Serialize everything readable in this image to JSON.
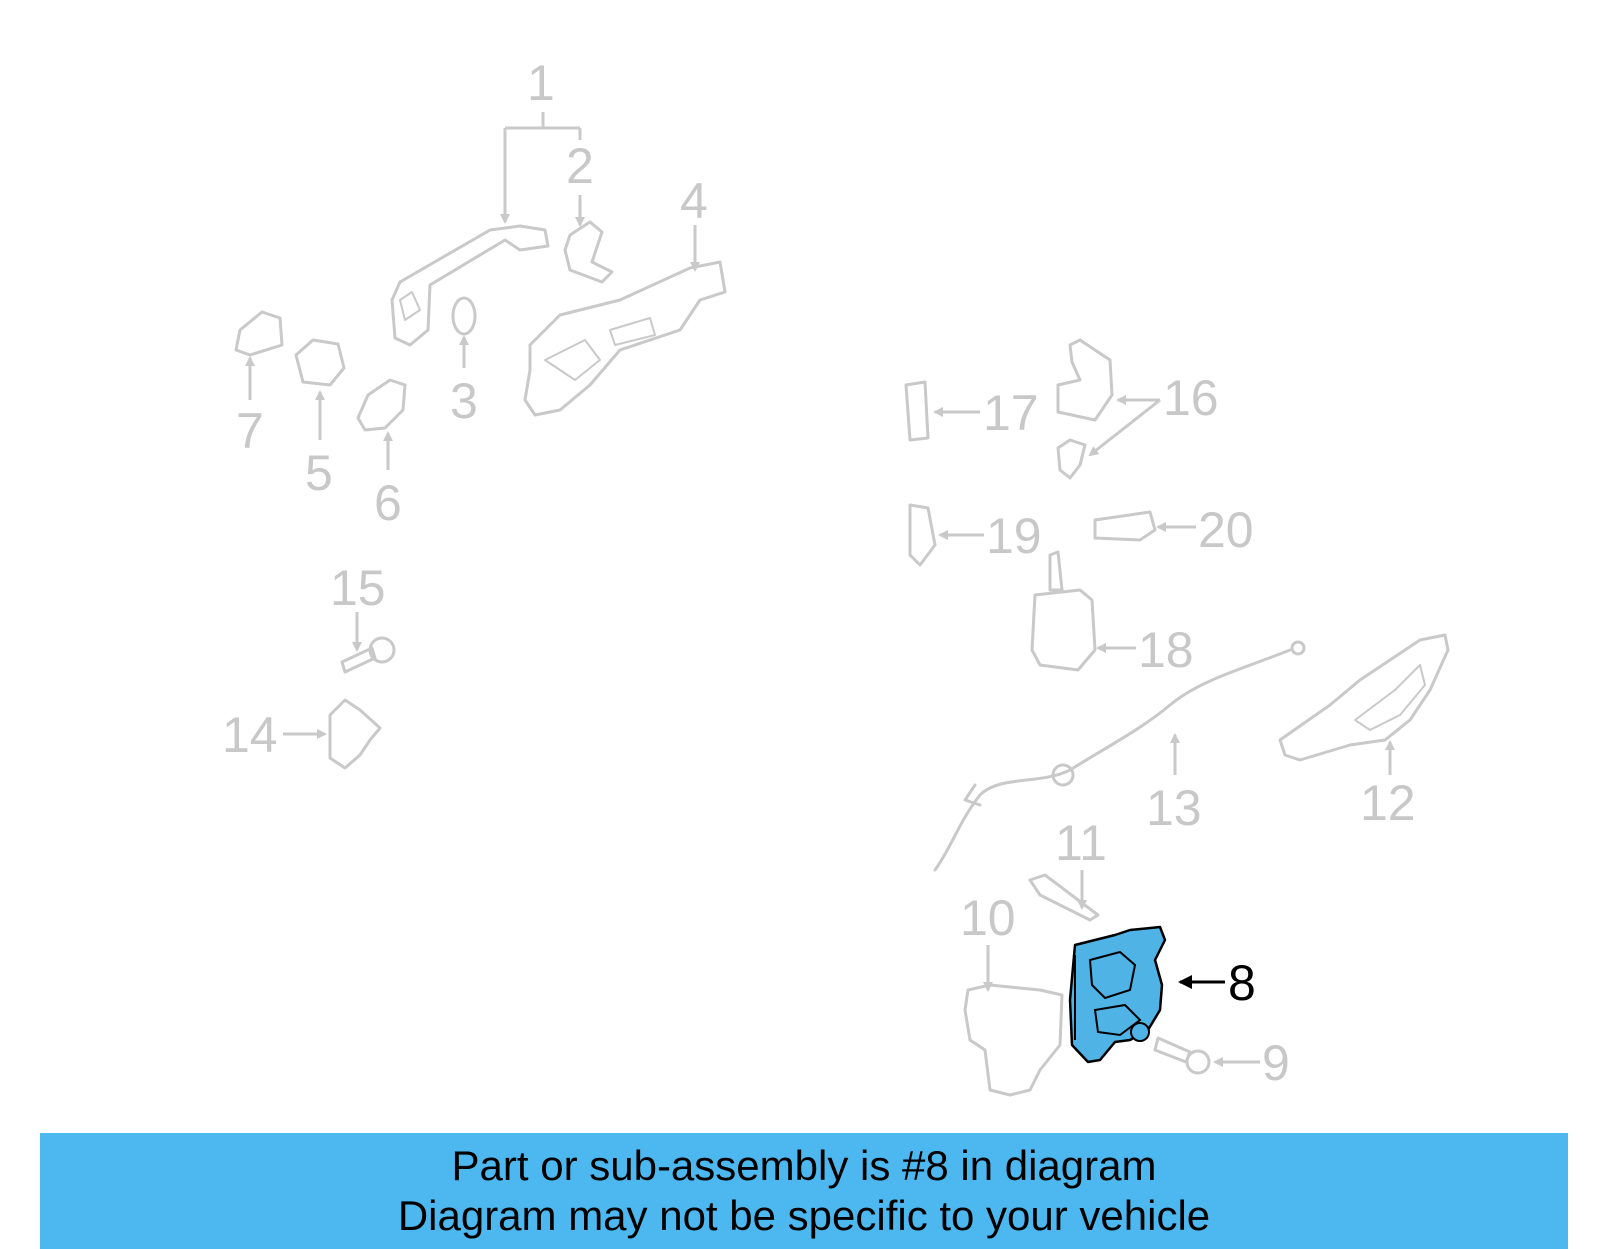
{
  "callouts": [
    "1",
    "2",
    "3",
    "4",
    "5",
    "6",
    "7",
    "8",
    "9",
    "10",
    "11",
    "12",
    "13",
    "14",
    "15",
    "16",
    "17",
    "18",
    "19",
    "20"
  ],
  "highlighted_part": "8",
  "colors": {
    "highlight_fill": "#4fb3e6",
    "ghost_stroke": "#c9c9c9",
    "banner_bg": "#4cb8ef",
    "callout_gray": "#c8c8c8"
  },
  "banner": {
    "line1": "Part or sub-assembly is #8 in diagram",
    "line2": "Diagram may not be specific to your vehicle"
  }
}
